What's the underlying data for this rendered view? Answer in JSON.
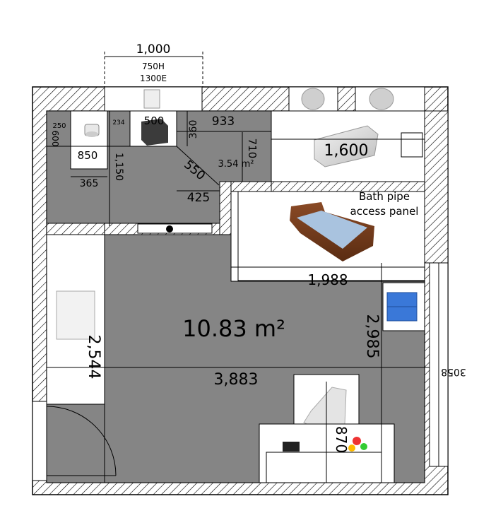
{
  "dimensions": {
    "top_width": "1,000",
    "window_h": "750H",
    "window_e": "1300E",
    "vanity": "500",
    "toilet_h": "250",
    "toilet_d": "600",
    "basin": "234",
    "toilet_w": "850",
    "toilet_front": "365",
    "bath_gap": "1,150",
    "ensuite_h": "360",
    "ensuite_w": "933",
    "diag": "550",
    "ensuite_d": "710",
    "ensuite_low": "425",
    "bath": "1,600",
    "bed_w": "1,988",
    "wardrobe": "2,544",
    "room_w": "3,883",
    "room_h": "2,985",
    "desk": "870",
    "right_side": "3058"
  },
  "labels": {
    "ensuite_area": "3.54 m²",
    "main_area": "10.83 m²",
    "pipe_line1": "Bath pipe",
    "pipe_line2": "access panel"
  },
  "colors": {
    "floor": "#858585",
    "wall": "#ffffff",
    "line": "#000000"
  }
}
